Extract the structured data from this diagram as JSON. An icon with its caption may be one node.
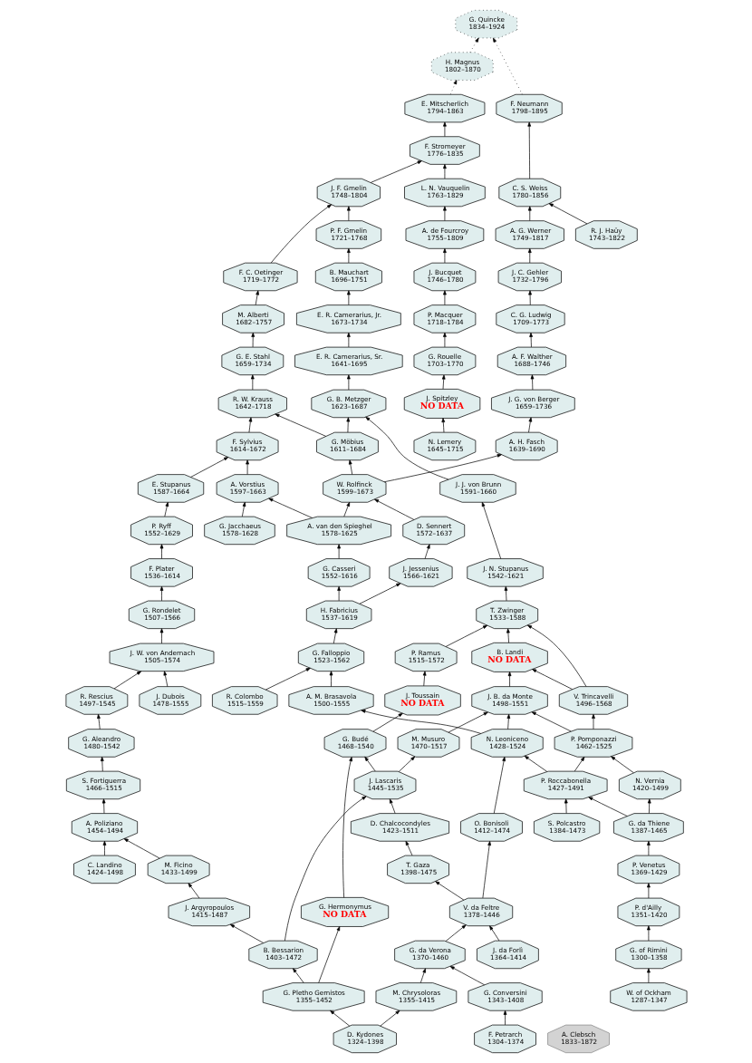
{
  "diagram": {
    "nodes": [
      {
        "text": [
          "G. Quincke",
          "1834–1924"
        ]
      },
      {
        "text": [
          "H. Magnus",
          "1802–1870"
        ]
      },
      {
        "text": [
          "A. Clebsch",
          "1833–1872"
        ]
      },
      {
        "text": [
          "E. Mitscherlich",
          "1794–1863"
        ]
      },
      {
        "text": [
          "F. Stromeyer",
          "1776–1835"
        ]
      },
      {
        "text": [
          "F. Neumann",
          "1798–1895"
        ]
      },
      {
        "text": [
          "J. F. Gmelin",
          "1748–1804"
        ]
      },
      {
        "text": [
          "L. N. Vauquelin",
          "1763–1829"
        ]
      },
      {
        "text": [
          "C. S. Weiss",
          "1780–1856"
        ]
      },
      {
        "text": [
          "P. F. Gmelin",
          "1721–1768"
        ]
      },
      {
        "text": [
          "A. de Fourcroy",
          "1755–1809"
        ]
      },
      {
        "text": [
          "A. G. Werner",
          "1749–1817"
        ]
      },
      {
        "text": [
          "R. J. Haüy",
          "1743–1822"
        ]
      },
      {
        "text": [
          "F. C. Oetinger",
          "1719–1772"
        ]
      },
      {
        "text": [
          "B. Mauchart",
          "1696–1751"
        ]
      },
      {
        "text": [
          "J. Bucquet",
          "1746–1780"
        ]
      },
      {
        "text": [
          "J. C. Gehler",
          "1732–1796"
        ]
      },
      {
        "text": [
          "M. Alberti",
          "1682–1757"
        ]
      },
      {
        "text": [
          "E. R. Camerarius, Jr.",
          "1673–1734"
        ]
      },
      {
        "text": [
          "P. Macquer",
          "1718–1784"
        ]
      },
      {
        "text": [
          "C. G. Ludwig",
          "1709–1773"
        ]
      },
      {
        "text": [
          "G. E. Stahl",
          "1659–1734"
        ]
      },
      {
        "text": [
          "E. R. Camerarius, Sr.",
          "1641–1695"
        ]
      },
      {
        "text": [
          "G. Rouelle",
          "1703–1770"
        ]
      },
      {
        "text": [
          "A. F. Walther",
          "1688–1746"
        ]
      },
      {
        "text": [
          "R. W. Krauss",
          "1642–1718"
        ]
      },
      {
        "text": [
          "G. B. Metzger",
          "1623–1687"
        ]
      },
      {
        "text": [
          "J. Spitzley",
          "NO DATA"
        ]
      },
      {
        "text": [
          "J. G. von Berger",
          "1659–1736"
        ]
      },
      {
        "text": [
          "F. Sylvius",
          "1614–1672"
        ]
      },
      {
        "text": [
          "G. Möbius",
          "1611–1684"
        ]
      },
      {
        "text": [
          "N. Lemery",
          "1645–1715"
        ]
      },
      {
        "text": [
          "A. H. Fasch",
          "1639–1690"
        ]
      },
      {
        "text": [
          "E. Stupanus",
          "1587–1664"
        ]
      },
      {
        "text": [
          "A. Vorstius",
          "1597–1663"
        ]
      },
      {
        "text": [
          "W. Rolfinck",
          "1599–1673"
        ]
      },
      {
        "text": [
          "J. J. von Brunn",
          "1591–1660"
        ]
      },
      {
        "text": [
          "P. Ryff",
          "1552–1629"
        ]
      },
      {
        "text": [
          "G. Jacchaeus",
          "1578–1628"
        ]
      },
      {
        "text": [
          "A. van den Spieghel",
          "1578–1625"
        ]
      },
      {
        "text": [
          "D. Sennert",
          "1572–1637"
        ]
      },
      {
        "text": [
          "F. Plater",
          "1536–1614"
        ]
      },
      {
        "text": [
          "G. Casseri",
          "1552–1616"
        ]
      },
      {
        "text": [
          "J. Jessenius",
          "1566–1621"
        ]
      },
      {
        "text": [
          "J. N. Stupanus",
          "1542–1621"
        ]
      },
      {
        "text": [
          "G. Rondelet",
          "1507–1566"
        ]
      },
      {
        "text": [
          "H. Fabricius",
          "1537–1619"
        ]
      },
      {
        "text": [
          "T. Zwinger",
          "1533–1588"
        ]
      },
      {
        "text": [
          "P. Ramus",
          "1515–1572"
        ]
      },
      {
        "text": [
          "B. Landi",
          "NO DATA"
        ]
      },
      {
        "text": [
          "J. W. von Andernach",
          "1505–1574"
        ]
      },
      {
        "text": [
          "G. Falloppio",
          "1523–1562"
        ]
      },
      {
        "text": [
          "J. Dubois",
          "1478–1555"
        ]
      },
      {
        "text": [
          "R. Rescius",
          "1497–1545"
        ]
      },
      {
        "text": [
          "R. Colombo",
          "1515–1559"
        ]
      },
      {
        "text": [
          "A. M. Brasavola",
          "1500–1555"
        ]
      },
      {
        "text": [
          "J. Toussain",
          "NO DATA"
        ]
      },
      {
        "text": [
          "J. B. da Monte",
          "1498–1551"
        ]
      },
      {
        "text": [
          "V. Trincavelli",
          "1496–1568"
        ]
      },
      {
        "text": [
          "G. Aleandro",
          "1480–1542"
        ]
      },
      {
        "text": [
          "G. Budé",
          "1468–1540"
        ]
      },
      {
        "text": [
          "M. Musuro",
          "1470–1517"
        ]
      },
      {
        "text": [
          "N. Leoniceno",
          "1428–1524"
        ]
      },
      {
        "text": [
          "P. Pomponazzi",
          "1462–1525"
        ]
      },
      {
        "text": [
          "S. Fortiguerra",
          "1466–1515"
        ]
      },
      {
        "text": [
          "J. Lascaris",
          "1445–1535"
        ]
      },
      {
        "text": [
          "P. Roccabonella",
          "1427–1491"
        ]
      },
      {
        "text": [
          "N. Vernia",
          "1420–1499"
        ]
      },
      {
        "text": [
          "A. Poliziano",
          "1454–1494"
        ]
      },
      {
        "text": [
          "D. Chalcocondyles",
          "1423–1511"
        ]
      },
      {
        "text": [
          "O. Bonisoli",
          "1412–1474"
        ]
      },
      {
        "text": [
          "S. Polcastro",
          "1384–1473"
        ]
      },
      {
        "text": [
          "G. da Thiene",
          "1387–1465"
        ]
      },
      {
        "text": [
          "C. Landino",
          "1424–1498"
        ]
      },
      {
        "text": [
          "M. Ficino",
          "1433–1499"
        ]
      },
      {
        "text": [
          "T. Gaza",
          "1398–1475"
        ]
      },
      {
        "text": [
          "P. Venetus",
          "1369–1429"
        ]
      },
      {
        "text": [
          "J. Argyropoulos",
          "1415–1487"
        ]
      },
      {
        "text": [
          "G. Hermonymus",
          "NO DATA"
        ]
      },
      {
        "text": [
          "V. da Feltre",
          "1378–1446"
        ]
      },
      {
        "text": [
          "P. d'Ailly",
          "1351–1420"
        ]
      },
      {
        "text": [
          "B. Bessarion",
          "1403–1472"
        ]
      },
      {
        "text": [
          "G. da Verona",
          "1370–1460"
        ]
      },
      {
        "text": [
          "J. da Forlì",
          "1364–1414"
        ]
      },
      {
        "text": [
          "G. of Rimini",
          "1300–1358"
        ]
      },
      {
        "text": [
          "G. Pletho Gemistos",
          "1355–1452"
        ]
      },
      {
        "text": [
          "M. Chrysoloras",
          "1355–1415"
        ]
      },
      {
        "text": [
          "G. Conversini",
          "1343–1408"
        ]
      },
      {
        "text": [
          "W. of Ockham",
          "1287–1347"
        ]
      },
      {
        "text": [
          "D. Kydones",
          "1324–1398"
        ]
      },
      {
        "text": [
          "F. Petrarch",
          "1304–1374"
        ]
      }
    ],
    "edges": [
      {
        "from": 1,
        "to": 0,
        "arrow": "to",
        "style": "dashed"
      },
      {
        "from": 5,
        "to": 0,
        "arrow": "to",
        "style": "dashed"
      },
      {
        "from": 3,
        "to": 1,
        "arrow": "to",
        "style": "dashed"
      },
      {
        "from": 4,
        "to": 3,
        "arrow": "to"
      },
      {
        "from": 6,
        "to": 4,
        "arrow": "to"
      },
      {
        "from": 7,
        "to": 4,
        "arrow": "to"
      },
      {
        "from": 8,
        "to": 5,
        "arrow": "to"
      },
      {
        "from": 9,
        "to": 6,
        "arrow": "to"
      },
      {
        "from": 13,
        "to": 6,
        "arrow": "to"
      },
      {
        "from": 10,
        "to": 7,
        "arrow": "to"
      },
      {
        "from": 11,
        "to": 8,
        "arrow": "to"
      },
      {
        "from": 12,
        "to": 8,
        "arrow": "to"
      },
      {
        "from": 14,
        "to": 9,
        "arrow": "to"
      },
      {
        "from": 15,
        "to": 10,
        "arrow": "to"
      },
      {
        "from": 16,
        "to": 11,
        "arrow": "to"
      },
      {
        "from": 17,
        "to": 13,
        "arrow": "to"
      },
      {
        "from": 18,
        "to": 14,
        "arrow": "to"
      },
      {
        "from": 19,
        "to": 15,
        "arrow": "to"
      },
      {
        "from": 20,
        "to": 16,
        "arrow": "to"
      },
      {
        "from": 21,
        "to": 17,
        "arrow": "to"
      },
      {
        "from": 22,
        "to": 18,
        "arrow": "to"
      },
      {
        "from": 23,
        "to": 19,
        "arrow": "to"
      },
      {
        "from": 24,
        "to": 20,
        "arrow": "to"
      },
      {
        "from": 25,
        "to": 21,
        "arrow": "to"
      },
      {
        "from": 26,
        "to": 22,
        "arrow": "to"
      },
      {
        "from": 27,
        "to": 23,
        "arrow": "to"
      },
      {
        "from": 28,
        "to": 24,
        "arrow": "to"
      },
      {
        "from": 29,
        "to": 25,
        "arrow": "to"
      },
      {
        "from": 30,
        "to": 25,
        "arrow": "to"
      },
      {
        "from": 30,
        "to": 26,
        "arrow": "to"
      },
      {
        "from": 36,
        "to": 26,
        "arrow": "to"
      },
      {
        "from": 31,
        "to": 27,
        "arrow": "to"
      },
      {
        "from": 32,
        "to": 28,
        "arrow": "to"
      },
      {
        "from": 33,
        "to": 29,
        "arrow": "to"
      },
      {
        "from": 34,
        "to": 29,
        "arrow": "to"
      },
      {
        "from": 35,
        "to": 30,
        "arrow": "to"
      },
      {
        "from": 35,
        "to": 32,
        "arrow": "to"
      },
      {
        "from": 37,
        "to": 33,
        "arrow": "to"
      },
      {
        "from": 38,
        "to": 34,
        "arrow": "to"
      },
      {
        "from": 39,
        "to": 34,
        "arrow": "to"
      },
      {
        "from": 39,
        "to": 35,
        "arrow": "to"
      },
      {
        "from": 40,
        "to": 35,
        "arrow": "to"
      },
      {
        "from": 44,
        "to": 36,
        "arrow": "to"
      },
      {
        "from": 41,
        "to": 37,
        "arrow": "to"
      },
      {
        "from": 42,
        "to": 39,
        "arrow": "to"
      },
      {
        "from": 43,
        "to": 40,
        "arrow": "to"
      },
      {
        "from": 45,
        "to": 41,
        "arrow": "to"
      },
      {
        "from": 46,
        "to": 42,
        "arrow": "to"
      },
      {
        "from": 46,
        "to": 43,
        "arrow": "to"
      },
      {
        "from": 47,
        "to": 44,
        "arrow": "to"
      },
      {
        "from": 50,
        "to": 45,
        "arrow": "to"
      },
      {
        "from": 51,
        "to": 46,
        "arrow": "to"
      },
      {
        "from": 48,
        "to": 47,
        "arrow": "to"
      },
      {
        "from": 49,
        "to": 47,
        "arrow": "to"
      },
      {
        "from": 58,
        "to": 47,
        "arrow": "to"
      },
      {
        "from": 56,
        "to": 48,
        "arrow": "to"
      },
      {
        "from": 57,
        "to": 49,
        "arrow": "to"
      },
      {
        "from": 58,
        "to": 49,
        "arrow": "to"
      },
      {
        "from": 52,
        "to": 50,
        "arrow": "to"
      },
      {
        "from": 53,
        "to": 50,
        "arrow": "to"
      },
      {
        "from": 54,
        "to": 51,
        "arrow": "to"
      },
      {
        "from": 55,
        "to": 51,
        "arrow": "to"
      },
      {
        "from": 59,
        "to": 53,
        "arrow": "to"
      },
      {
        "from": 62,
        "to": 55,
        "arrow": "to"
      },
      {
        "from": 60,
        "to": 56,
        "arrow": "to"
      },
      {
        "from": 61,
        "to": 57,
        "arrow": "to"
      },
      {
        "from": 62,
        "to": 57,
        "arrow": "to"
      },
      {
        "from": 63,
        "to": 57,
        "arrow": "to"
      },
      {
        "from": 63,
        "to": 58,
        "arrow": "to"
      },
      {
        "from": 64,
        "to": 59,
        "arrow": "to"
      },
      {
        "from": 65,
        "to": 60,
        "arrow": "to"
      },
      {
        "from": 78,
        "to": 60,
        "arrow": "to"
      },
      {
        "from": 65,
        "to": 61,
        "arrow": "to"
      },
      {
        "from": 66,
        "to": 62,
        "arrow": "to"
      },
      {
        "from": 70,
        "to": 62,
        "arrow": "to"
      },
      {
        "from": 66,
        "to": 63,
        "arrow": "to"
      },
      {
        "from": 67,
        "to": 63,
        "arrow": "to"
      },
      {
        "from": 68,
        "to": 64,
        "arrow": "to"
      },
      {
        "from": 69,
        "to": 65,
        "arrow": "to"
      },
      {
        "from": 81,
        "to": 65,
        "arrow": "to"
      },
      {
        "from": 71,
        "to": 66,
        "arrow": "to"
      },
      {
        "from": 72,
        "to": 66,
        "arrow": "to"
      },
      {
        "from": 72,
        "to": 67,
        "arrow": "to"
      },
      {
        "from": 73,
        "to": 68,
        "arrow": "to"
      },
      {
        "from": 74,
        "to": 68,
        "arrow": "to"
      },
      {
        "from": 75,
        "to": 69,
        "arrow": "to"
      },
      {
        "from": 79,
        "to": 70,
        "arrow": "to"
      },
      {
        "from": 76,
        "to": 72,
        "arrow": "to"
      },
      {
        "from": 77,
        "to": 74,
        "arrow": "to"
      },
      {
        "from": 79,
        "to": 75,
        "arrow": "to"
      },
      {
        "from": 80,
        "to": 76,
        "arrow": "to"
      },
      {
        "from": 81,
        "to": 77,
        "arrow": "to"
      },
      {
        "from": 85,
        "to": 78,
        "arrow": "to"
      },
      {
        "from": 82,
        "to": 79,
        "arrow": "to"
      },
      {
        "from": 83,
        "to": 79,
        "arrow": "to"
      },
      {
        "from": 84,
        "to": 80,
        "arrow": "to"
      },
      {
        "from": 85,
        "to": 81,
        "arrow": "to"
      },
      {
        "from": 86,
        "to": 82,
        "arrow": "to"
      },
      {
        "from": 87,
        "to": 82,
        "arrow": "to"
      },
      {
        "from": 88,
        "to": 84,
        "arrow": "to"
      },
      {
        "from": 89,
        "to": 85,
        "arrow": "to"
      },
      {
        "from": 89,
        "to": 86,
        "arrow": "to"
      },
      {
        "from": 90,
        "to": 87,
        "arrow": "to"
      }
    ]
  }
}
